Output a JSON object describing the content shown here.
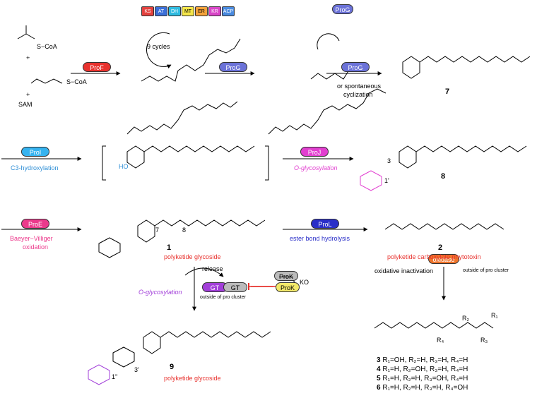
{
  "domains": [
    "KS",
    "AT",
    "DH",
    "MT",
    "ER",
    "KR",
    "ACP"
  ],
  "domain_colors": [
    "#e3413e",
    "#3b6fd8",
    "#2fbbe0",
    "#f5e64a",
    "#f3a23a",
    "#d946c8",
    "#4a8be0"
  ],
  "enzymes": {
    "proF": "ProF",
    "proG": "ProG",
    "proG2": "ProG",
    "proG3": "ProG",
    "proI": "ProI",
    "proJ": "ProJ",
    "proE": "ProE",
    "proL": "ProL",
    "gt": "GT",
    "gt2": "GT",
    "proK": "ProK",
    "proK_ko": "ProK",
    "oxidase": "oxidase"
  },
  "enzyme_colors": {
    "red": "#e8322e",
    "blue": "#6b72d8",
    "cyan": "#35b3f0",
    "magenta": "#e23fd0",
    "pink": "#ec3a8c",
    "navy": "#2a2fc8",
    "purple": "#a23fd9",
    "gray": "#bbbbbb",
    "yellow": "#f3e96a",
    "orange": "#f0742a"
  },
  "labels": {
    "scoa1": "S−CoA",
    "scoa2": "S−CoA",
    "plus1": "+",
    "plus2": "+",
    "sam": "SAM",
    "cycles": "9 cycles",
    "spont1": "or spontaneous",
    "spont2": "cyclization",
    "c3hydroxylation": "C3-hydroxylation",
    "oglyco1": "O-glycosylation",
    "bv1": "Baeyer−Villiger",
    "bv2": "oxidation",
    "esterhydrolysis": "ester bond hydrolysis",
    "pk_glycoside1": "polyketide glycoside",
    "pk_carboxylate": "polyketide carboxylate phytotoxin",
    "oglyco2": "O-glycosylation",
    "release": "release",
    "ko": "KO",
    "outside1": "outside of pro cluster",
    "oxinact": "oxidative inactivation",
    "outside2": "outside of pro cluster",
    "pk_glycoside2": "polyketide glycoside",
    "pos3": "3",
    "pos1p": "1'",
    "pos3p": "3'",
    "pos1pp": "1''",
    "pos7": "7",
    "pos8": "8",
    "ho": "HO",
    "r1": "R₁",
    "r2": "R₂",
    "r3": "R₃",
    "r4": "R₄"
  },
  "compounds": {
    "c7": "7",
    "c8": "8",
    "c1": "1",
    "c2": "2",
    "c9": "9"
  },
  "legend": [
    {
      "num": "3",
      "text": "R₁=OH, R₂=H, R₃=H, R₄=H"
    },
    {
      "num": "4",
      "text": "R₁=H, R₂=OH, R₃=H, R₄=H"
    },
    {
      "num": "5",
      "text": "R₁=H, R₂=H, R₃=OH, R₄=H"
    },
    {
      "num": "6",
      "text": "R₁=H, R₂=H, R₃=H, R₄=OH"
    }
  ]
}
